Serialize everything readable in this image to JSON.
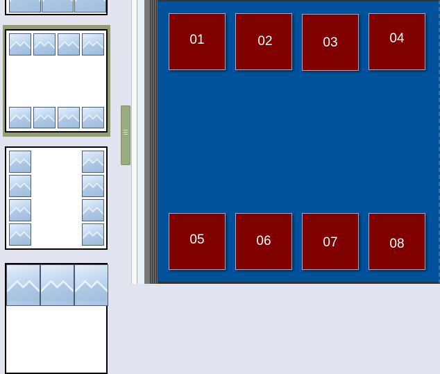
{
  "layout_panel": {
    "thumbnails": [
      {
        "name": "layout-3-wide-top"
      },
      {
        "name": "layout-4-top-4-bottom",
        "selected": true
      },
      {
        "name": "layout-4-left-4-right"
      },
      {
        "name": "layout-3-wide-bottom"
      }
    ]
  },
  "canvas": {
    "background_color": "#00529b",
    "tile_color": "#800000",
    "tiles": [
      {
        "label": "01"
      },
      {
        "label": "02"
      },
      {
        "label": "03"
      },
      {
        "label": "04"
      },
      {
        "label": "05"
      },
      {
        "label": "06"
      },
      {
        "label": "07"
      },
      {
        "label": "08"
      }
    ]
  }
}
